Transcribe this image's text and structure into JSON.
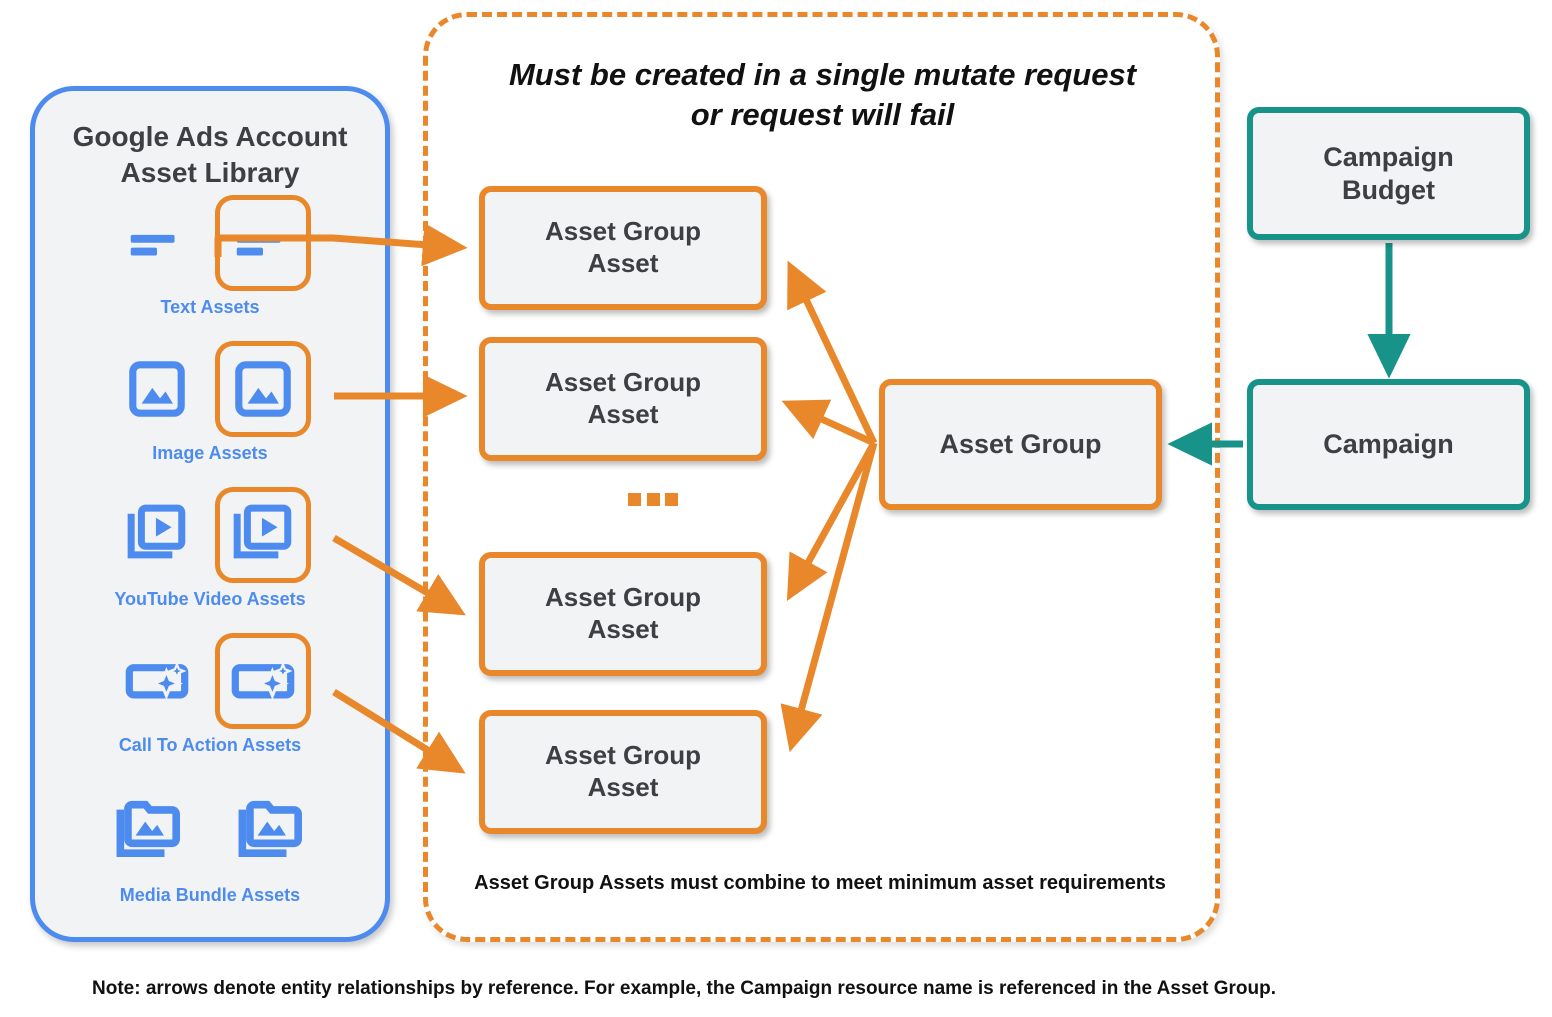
{
  "diagram": {
    "title_note": "Note: arrows denote entity relationships by reference. For example, the Campaign resource name is referenced in the Asset Group."
  },
  "asset_library": {
    "title": "Google Ads Account\nAsset Library",
    "title_line1": "Google Ads Account",
    "title_line2": "Asset Library",
    "items": [
      {
        "label": "Text Assets",
        "icon": "text-asset-icon",
        "selected": true
      },
      {
        "label": "Image Assets",
        "icon": "image-asset-icon",
        "selected": true
      },
      {
        "label": "YouTube Video  Assets",
        "icon": "youtube-video-asset-icon",
        "selected": true
      },
      {
        "label": "Call To Action Assets",
        "icon": "call-to-action-asset-icon",
        "selected": true
      },
      {
        "label": "Media Bundle  Assets",
        "icon": "media-bundle-asset-icon",
        "selected": false
      }
    ]
  },
  "mutate_container": {
    "title_line1": "Must be created in a single mutate request",
    "title_line2": "or request will fail",
    "footnote": "Asset Group Assets must combine to meet minimum asset requirements",
    "ellipsis": "..."
  },
  "nodes": {
    "asset_group_assets": [
      {
        "line1": "Asset Group",
        "line2": "Asset"
      },
      {
        "line1": "Asset Group",
        "line2": "Asset"
      },
      {
        "line1": "Asset Group",
        "line2": "Asset"
      },
      {
        "line1": "Asset Group",
        "line2": "Asset"
      }
    ],
    "asset_group": {
      "label": "Asset Group"
    },
    "campaign_budget": {
      "line1": "Campaign",
      "line2": "Budget"
    },
    "campaign": {
      "label": "Campaign"
    }
  },
  "colors": {
    "orange": "#E8882A",
    "blue": "#4D8BEF",
    "teal": "#17938A",
    "node_fill": "#f1f3f4",
    "text_dark": "#3c4043"
  }
}
